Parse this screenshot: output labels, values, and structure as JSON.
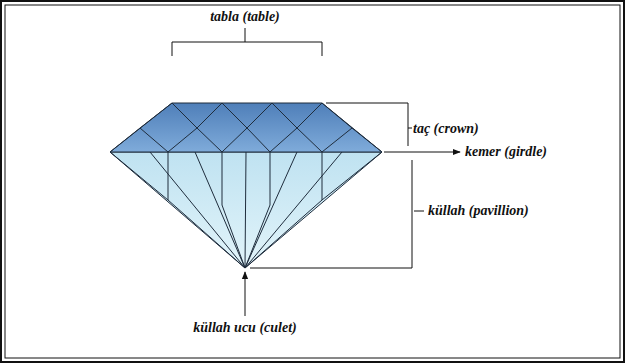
{
  "diagram": {
    "labels": [
      "tabla (table)",
      "taç (crown)",
      "kemer (girdle)",
      "küllah (pavillion)",
      "küllah ucu (culet)"
    ]
  }
}
